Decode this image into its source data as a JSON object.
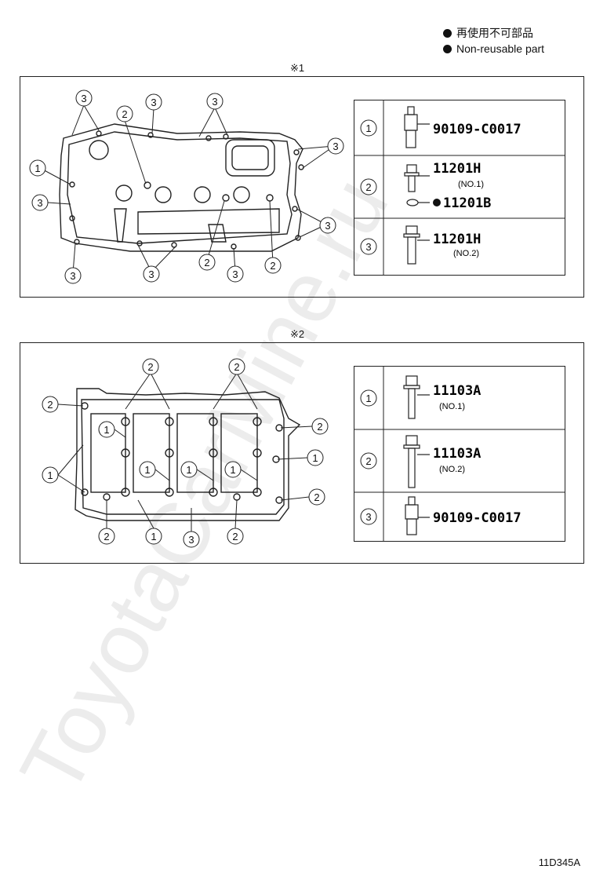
{
  "legend": {
    "non_reusable_jp": "再使用不可部品",
    "non_reusable_en": "Non-reusable part"
  },
  "panel1": {
    "ref": "※1",
    "callouts": [
      "1",
      "2",
      "3"
    ],
    "parts": [
      {
        "no": "1",
        "part": "90109-C0017",
        "sub": ""
      },
      {
        "no": "2",
        "part": "11201H",
        "sub": "(NO.1)",
        "extra": "11201B"
      },
      {
        "no": "3",
        "part": "11201H",
        "sub": "(NO.2)"
      }
    ]
  },
  "panel2": {
    "ref": "※2",
    "parts": [
      {
        "no": "1",
        "part": "11103A",
        "sub": "(NO.1)"
      },
      {
        "no": "2",
        "part": "11103A",
        "sub": "(NO.2)"
      },
      {
        "no": "3",
        "part": "90109-C0017",
        "sub": ""
      }
    ]
  },
  "image_code": "11D345A",
  "watermark": "ToyotaCarMine.ru",
  "colors": {
    "ink": "#111111",
    "watermark": "#e6e6e6"
  }
}
